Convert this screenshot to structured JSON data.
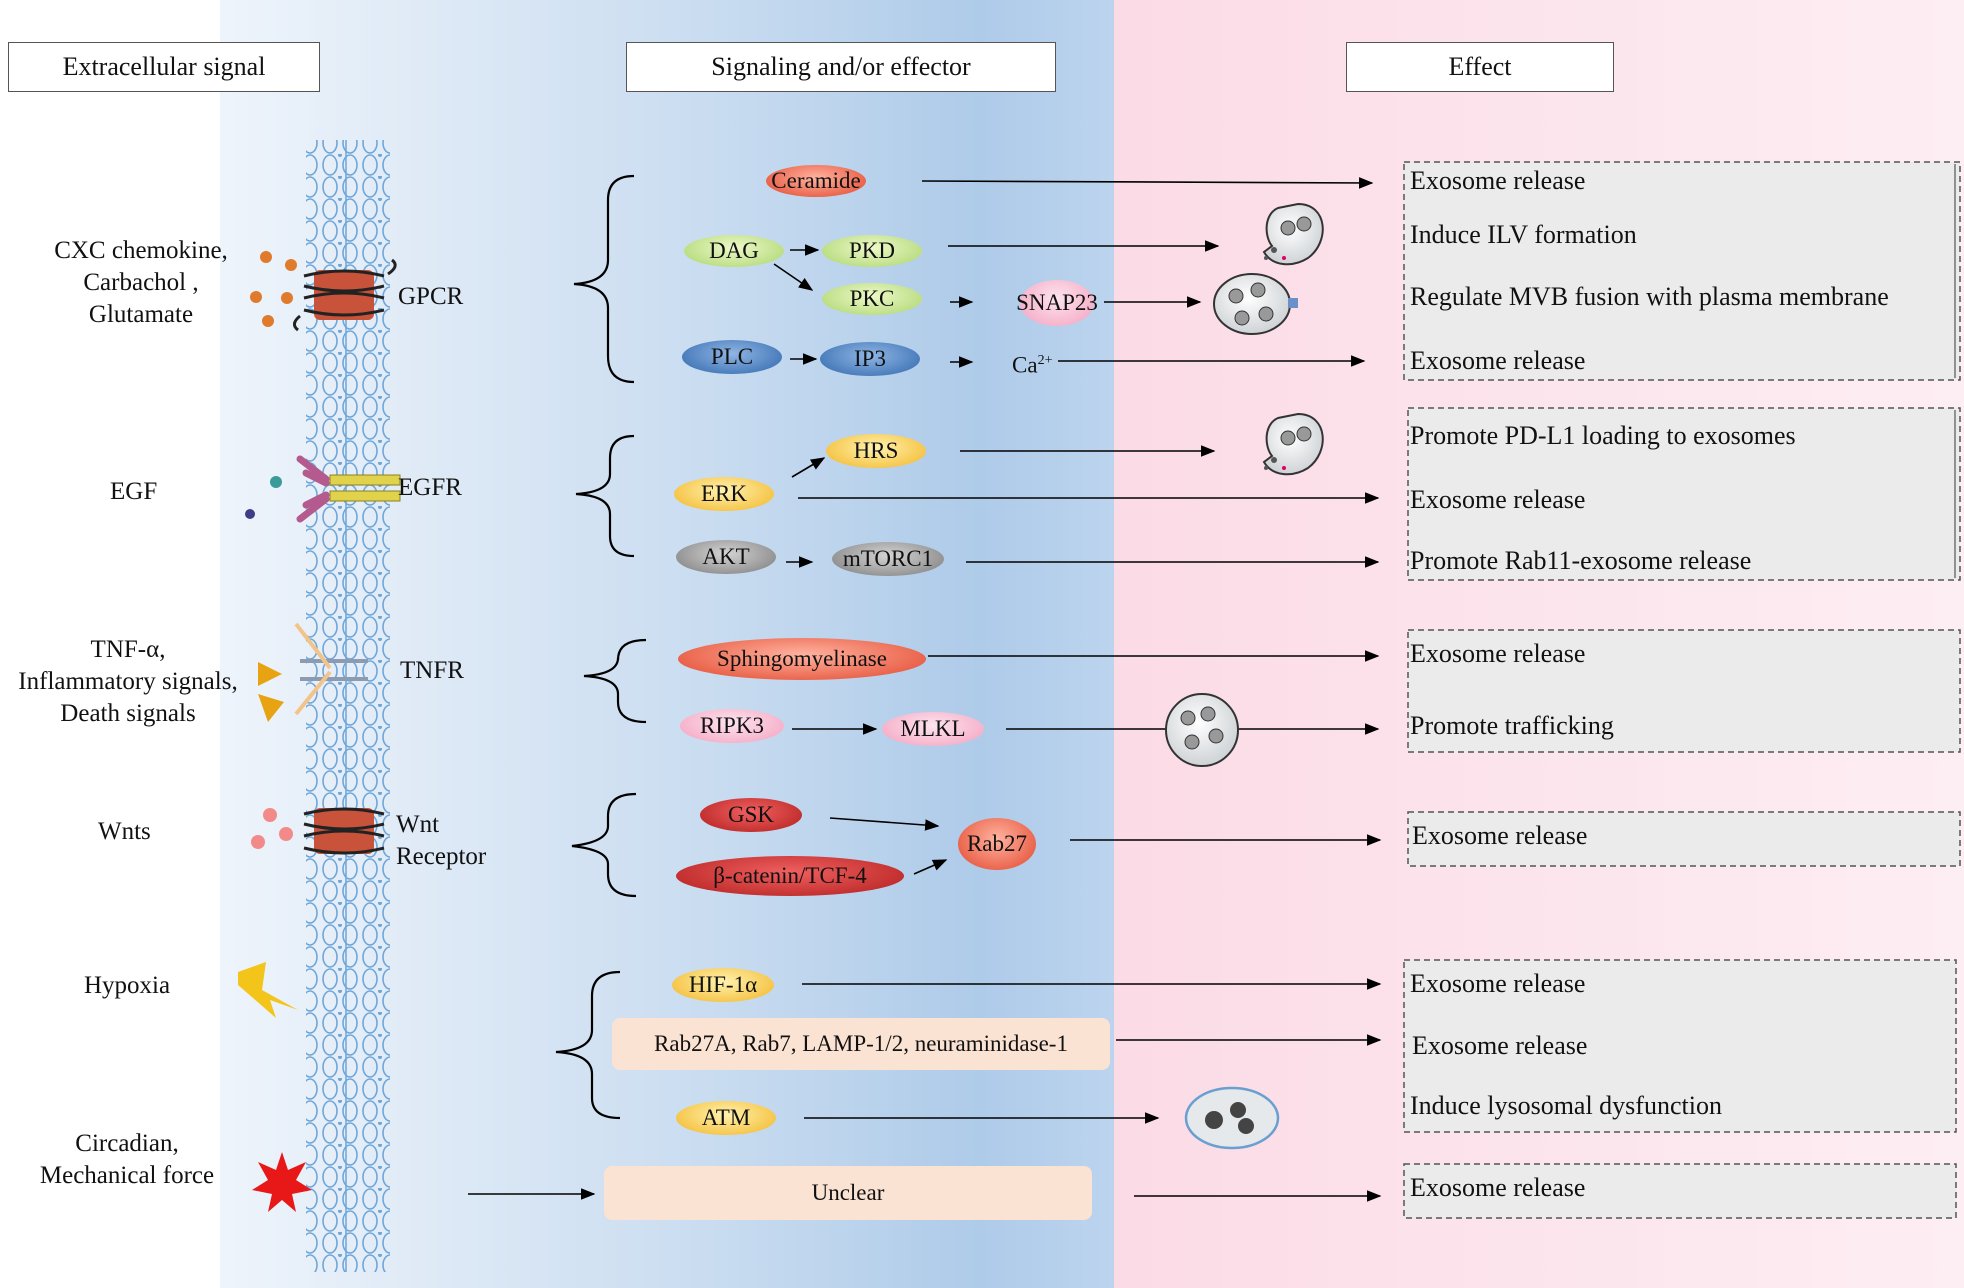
{
  "headers": {
    "extracellular": "Extracellular signal",
    "signaling": "Signaling and/or effector",
    "effect": "Effect"
  },
  "signals": {
    "cxc": [
      "CXC chemokine,",
      "Carbachol ,",
      "Glutamate"
    ],
    "egf": "EGF",
    "tnf": [
      "TNF-α,",
      "Inflammatory signals,",
      "Death signals"
    ],
    "wnts": "Wnts",
    "hypoxia": "Hypoxia",
    "circadian": [
      "Circadian,",
      "Mechanical force"
    ]
  },
  "receptors": {
    "gpcr": "GPCR",
    "egfr": "EGFR",
    "tnfr": "TNFR",
    "wnt": [
      "Wnt",
      "Receptor"
    ]
  },
  "effectors": {
    "ceramide": "Ceramide",
    "dag": "DAG",
    "pkd": "PKD",
    "pkc": "PKC",
    "snap23": "SNAP23",
    "plc": "PLC",
    "ip3": "IP3",
    "ca": "Ca",
    "ca_sup": "2+",
    "hrs": "HRS",
    "erk": "ERK",
    "akt": "AKT",
    "mtorc1": "mTORC1",
    "smase": "Sphingomyelinase",
    "ripk3": "RIPK3",
    "mlkl": "MLKL",
    "gsk": "GSK",
    "bcat": "β-catenin/TCF-4",
    "rab27": "Rab27",
    "hif": "HIF-1α",
    "rabs": "Rab27A, Rab7, LAMP-1/2, neuraminidase-1",
    "atm": "ATM",
    "unclear": "Unclear"
  },
  "effects": {
    "e1": "Exosome release",
    "e2": "Induce ILV formation",
    "e3": "Regulate MVB fusion with plasma membrane",
    "e4": "Exosome release",
    "e5": "Promote PD-L1 loading to exosomes",
    "e6": "Exosome release",
    "e7": "Promote Rab11-exosome release",
    "e8": "Exosome release",
    "e9": "Promote trafficking",
    "e10": "Exosome release",
    "e11": "Exosome release",
    "e12": "Exosome release",
    "e13": "Induce lysosomal dysfunction",
    "e14": "Exosome release"
  },
  "colors": {
    "blue_panel": "#c4d9ef",
    "pink_panel": "#fde6ee",
    "membrane": "#6fa6d8",
    "receptor_red": "#c9533a",
    "arrow": "#000000"
  }
}
